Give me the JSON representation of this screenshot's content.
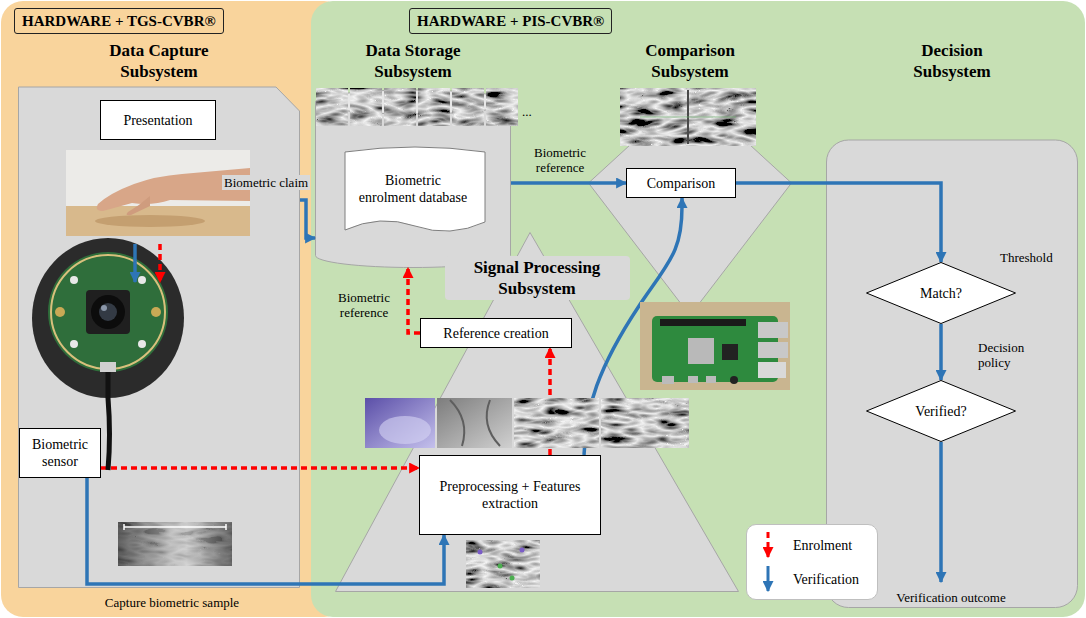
{
  "diagram": {
    "nodes": [
      {
        "text": [
          "HARDWARE + TGS-CVBR®"
        ]
      },
      {
        "text": [
          "HARDWARE + PIS-CVBR®"
        ]
      },
      {
        "text": [
          "Data Capture Subsystem"
        ],
        "in": 0
      },
      {
        "text": [
          "Presentation"
        ],
        "in": 2
      },
      {
        "text": [
          "Biometric sensor"
        ],
        "in": 2
      },
      {
        "text": [
          "Data Storage Subsystem",
          "Biometric enrolment database"
        ],
        "in": 1
      },
      {
        "text": [
          "Comparison Subsystem"
        ],
        "in": 1
      },
      {
        "text": [
          "Comparison"
        ],
        "in": 6
      },
      {
        "text": [
          "Signal Processing Subsystem"
        ],
        "in": 1
      },
      {
        "text": [
          "Reference creation"
        ],
        "in": 8
      },
      {
        "text": [
          "Preprocessing + Features extraction"
        ],
        "in": 8
      },
      {
        "text": [
          "Decision Subsystem"
        ],
        "in": 1
      },
      {
        "text": [
          "Match?"
        ],
        "in": 11
      },
      {
        "text": [
          "Verified?"
        ],
        "in": 11
      }
    ],
    "edges": [
      {
        "from": 4,
        "to": 10,
        "arrow": "to"
      },
      {
        "from": 4,
        "to": 10,
        "arrow": "to"
      },
      {
        "from": 2,
        "to": 5,
        "arrow": "to"
      },
      {
        "from": 10,
        "to": 9,
        "arrow": "to"
      },
      {
        "from": 9,
        "to": 5,
        "label": "Biometric reference",
        "arrow": "to"
      },
      {
        "from": 5,
        "to": 7,
        "label": "Biometric reference",
        "arrow": "to"
      },
      {
        "from": 10,
        "to": 7,
        "arrow": "to"
      },
      {
        "from": 7,
        "to": 12,
        "arrow": "to"
      },
      {
        "from": 12,
        "to": 13,
        "arrow": "to"
      }
    ],
    "labels": [
      "Biometric claim",
      "...",
      "Capture biometric sample",
      "Threshold",
      "Decision policy",
      "Verification outcome"
    ],
    "legend": [
      {
        "text": "Enrolment"
      },
      {
        "text": "Verification"
      }
    ]
  }
}
